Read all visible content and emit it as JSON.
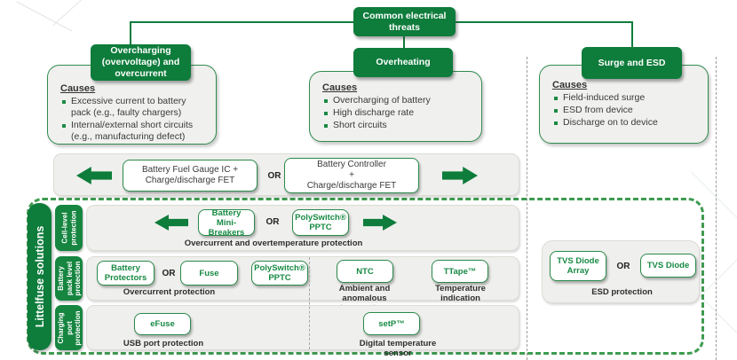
{
  "colors": {
    "brand_green": "#0E7C3B",
    "accent_green_text": "#178A43",
    "dashed_green": "#3F9B51",
    "panel_gray": "#EFEFED",
    "text_dark": "#3A3A3A"
  },
  "root": {
    "label": "Common electrical threats"
  },
  "threats": [
    {
      "title": "Overcharging (overvoltage) and overcurrent",
      "causes_heading": "Causes",
      "bullets": [
        "Excessive current to battery pack (e.g., faulty chargers)",
        "Internal/external short circuits (e.g., manufacturing defect)"
      ]
    },
    {
      "title": "Overheating",
      "causes_heading": "Causes",
      "bullets": [
        "Overcharging of battery",
        "High discharge rate",
        "Short circuits"
      ]
    },
    {
      "title": "Surge and ESD",
      "causes_heading": "Causes",
      "bullets": [
        "Field-induced surge",
        "ESD from device",
        "Discharge on to device"
      ]
    }
  ],
  "fet_band": {
    "option1": "Battery Fuel Gauge IC + Charge/discharge FET",
    "or": "OR",
    "option2_lines": [
      "Battery Controller",
      "+",
      "Charge/discharge FET"
    ]
  },
  "solutions": {
    "sidebar": "Littelfuse solutions",
    "rows": [
      {
        "label": "Cell-level protection",
        "products": [
          "Battery Mini-Breakers",
          "PolySwitch® PPTC"
        ],
        "or": "OR",
        "caption": "Overcurrent and overtemperature protection"
      },
      {
        "label": "Battery pack level protection",
        "left": {
          "products": [
            "Battery Protectors",
            "Fuse",
            "PolySwitch® PPTC"
          ],
          "or": "OR",
          "caption": "Overcurrent protection"
        },
        "right": [
          {
            "product": "NTC",
            "caption": "Ambient and anomalous temperature"
          },
          {
            "product": "TTape™",
            "caption": "Temperature indication"
          }
        ]
      },
      {
        "label": "Charging port protection",
        "left": {
          "product": "eFuse",
          "caption": "USB port protection"
        },
        "right": {
          "product": "setP™",
          "caption": "Digital temperature sensor"
        }
      }
    ],
    "esd": {
      "products": [
        "TVS Diode Array",
        "TVS Diode"
      ],
      "or": "OR",
      "caption": "ESD protection"
    }
  }
}
